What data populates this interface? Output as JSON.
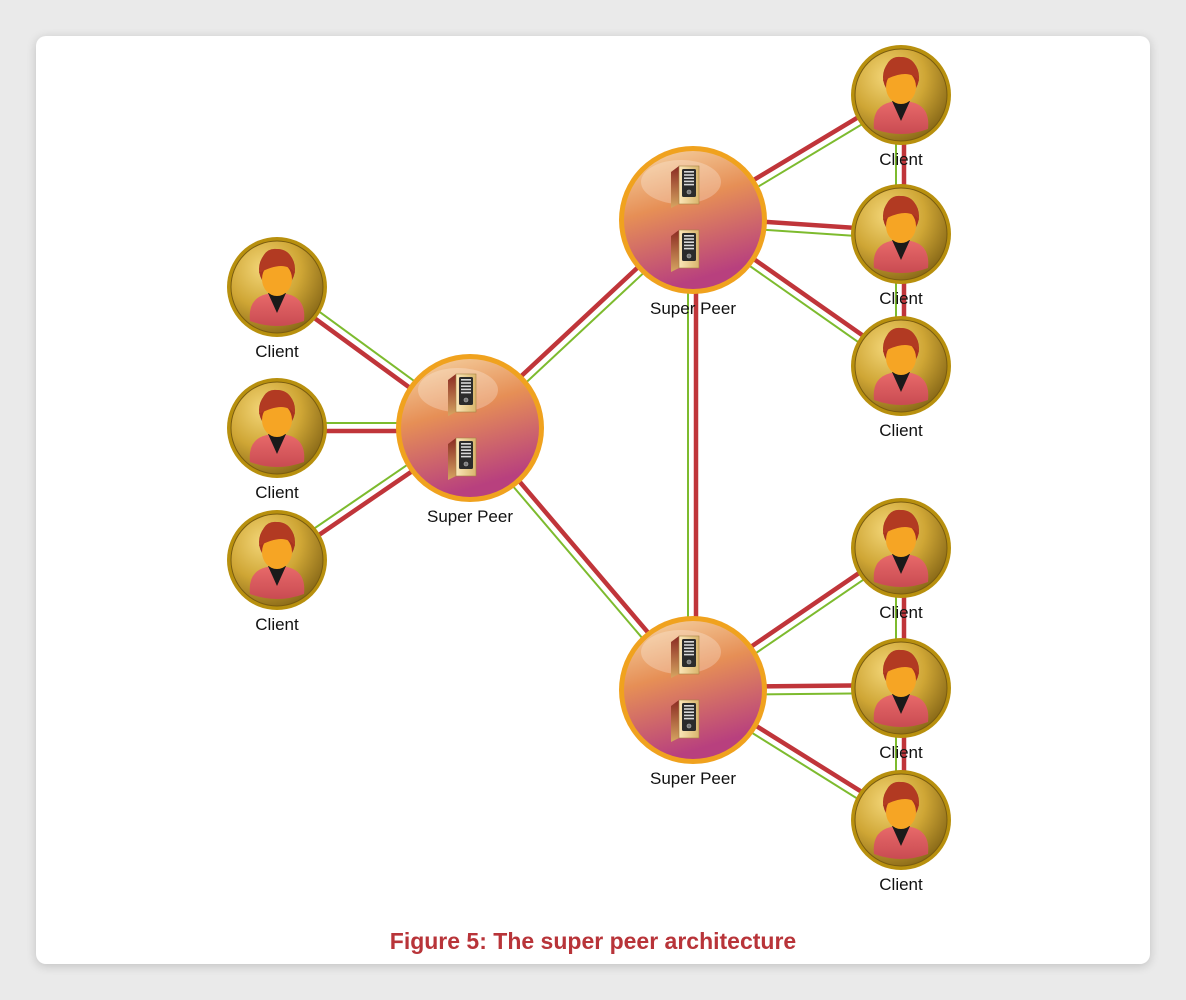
{
  "diagram": {
    "caption": "Figure 5: The super peer architecture",
    "super_peer_label": "Super Peer",
    "client_label": "Client",
    "super_peers": [
      {
        "id": "sp-left",
        "label": "Super Peer"
      },
      {
        "id": "sp-top",
        "label": "Super Peer"
      },
      {
        "id": "sp-bottom",
        "label": "Super Peer"
      }
    ],
    "clients": [
      {
        "id": "c-l1",
        "label": "Client"
      },
      {
        "id": "c-l2",
        "label": "Client"
      },
      {
        "id": "c-l3",
        "label": "Client"
      },
      {
        "id": "c-t1",
        "label": "Client"
      },
      {
        "id": "c-t2",
        "label": "Client"
      },
      {
        "id": "c-t3",
        "label": "Client"
      },
      {
        "id": "c-b1",
        "label": "Client"
      },
      {
        "id": "c-b2",
        "label": "Client"
      },
      {
        "id": "c-b3",
        "label": "Client"
      }
    ],
    "connections": [
      [
        "sp-left",
        "sp-top"
      ],
      [
        "sp-left",
        "sp-bottom"
      ],
      [
        "sp-top",
        "sp-bottom"
      ],
      [
        "sp-left",
        "c-l1"
      ],
      [
        "sp-left",
        "c-l2"
      ],
      [
        "sp-left",
        "c-l3"
      ],
      [
        "sp-top",
        "c-t1"
      ],
      [
        "sp-top",
        "c-t2"
      ],
      [
        "sp-top",
        "c-t3"
      ],
      [
        "sp-bottom",
        "c-b1"
      ],
      [
        "sp-bottom",
        "c-b2"
      ],
      [
        "sp-bottom",
        "c-b3"
      ],
      [
        "c-t1",
        "c-t2"
      ],
      [
        "c-t2",
        "c-t3"
      ],
      [
        "c-b1",
        "c-b2"
      ],
      [
        "c-b2",
        "c-b3"
      ]
    ],
    "colors": {
      "caption": "#b83439",
      "link_primary": "#c0353a",
      "link_secondary": "#7dbb2e",
      "client_ring": "#b8900e",
      "super_peer_ring": "#f0a21e"
    }
  }
}
